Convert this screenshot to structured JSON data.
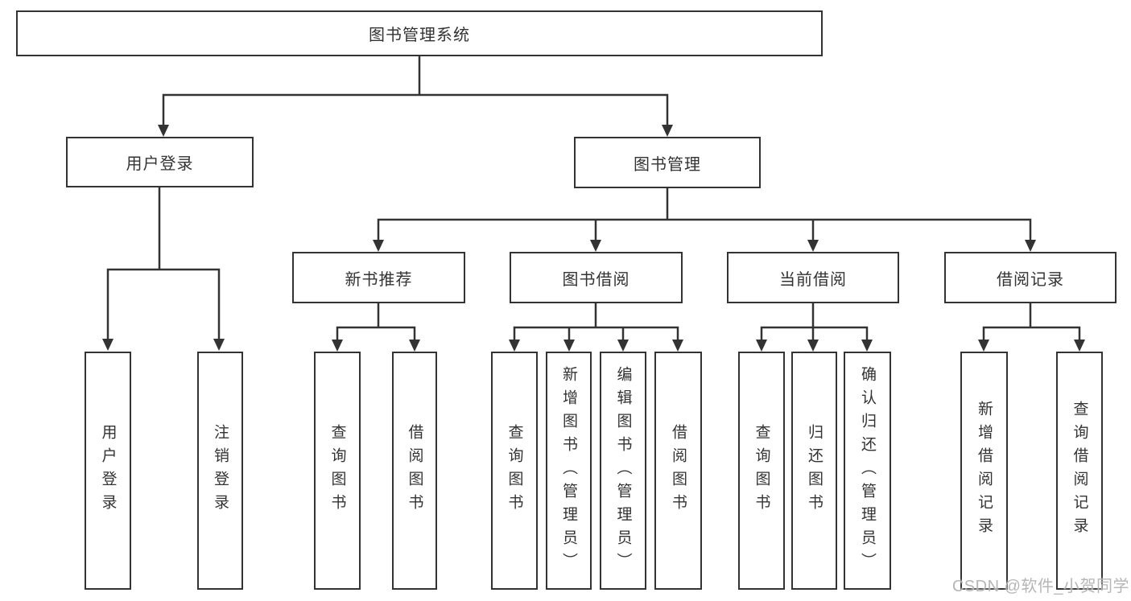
{
  "diagram": {
    "root": {
      "label": "图书管理系统"
    },
    "branches": [
      {
        "label": "用户登录",
        "children": [
          {
            "label": "用户登录"
          },
          {
            "label": "注销登录"
          }
        ]
      },
      {
        "label": "图书管理",
        "children": [
          {
            "label": "新书推荐",
            "children": [
              {
                "label": "查询图书"
              },
              {
                "label": "借阅图书"
              }
            ]
          },
          {
            "label": "图书借阅",
            "children": [
              {
                "label": "查询图书"
              },
              {
                "label": "新增图书（管理员）"
              },
              {
                "label": "编辑图书（管理员）"
              },
              {
                "label": "借阅图书"
              }
            ]
          },
          {
            "label": "当前借阅",
            "children": [
              {
                "label": "查询图书"
              },
              {
                "label": "归还图书"
              },
              {
                "label": "确认归还（管理员）"
              }
            ]
          },
          {
            "label": "借阅记录",
            "children": [
              {
                "label": "新增借阅记录"
              },
              {
                "label": "查询借阅记录"
              }
            ]
          }
        ]
      }
    ]
  },
  "watermark": {
    "text": "CSDN @软件_小贺同学"
  },
  "colors": {
    "line": "#333333",
    "text": "#333333",
    "watermark": "#b2b2b2",
    "background": "#ffffff"
  }
}
